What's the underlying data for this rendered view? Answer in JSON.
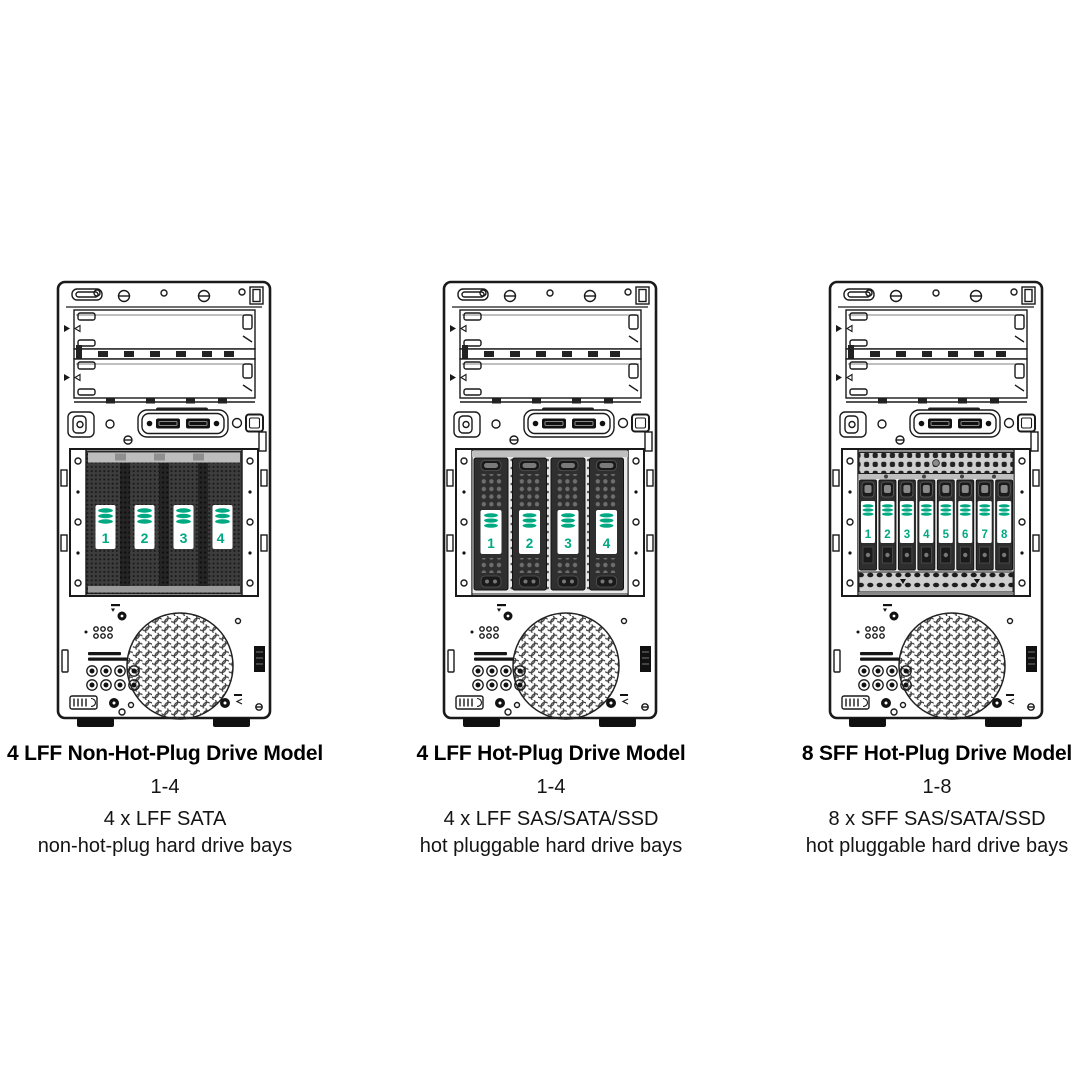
{
  "colors": {
    "accent_green": "#00A982",
    "line_dark": "#1a1a1a",
    "mesh_dark": "#3d3d3d"
  },
  "icons": {
    "drive-disk-icon": "stacked-green-discs",
    "usb-port-icon": "usb-a-port",
    "power-button-icon": "square-button",
    "fan-grille-icon": "honeycomb-circle-grille"
  },
  "models": [
    {
      "title": "4 LFF Non-Hot-Plug Drive Model",
      "bay_range": "1-4",
      "spec_line1": "4 x LFF SATA",
      "spec_line2": "non-hot-plug hard drive bays",
      "bays": [
        "1",
        "2",
        "3",
        "4"
      ]
    },
    {
      "title": "4 LFF Hot-Plug Drive Model",
      "bay_range": "1-4",
      "spec_line1": "4 x LFF SAS/SATA/SSD",
      "spec_line2": "hot pluggable hard drive bays",
      "bays": [
        "1",
        "2",
        "3",
        "4"
      ]
    },
    {
      "title": "8 SFF Hot-Plug Drive Model",
      "bay_range": "1-8",
      "spec_line1": "8 x SFF SAS/SATA/SSD",
      "spec_line2": "hot pluggable hard drive bays",
      "bays": [
        "1",
        "2",
        "3",
        "4",
        "5",
        "6",
        "7",
        "8"
      ]
    }
  ]
}
